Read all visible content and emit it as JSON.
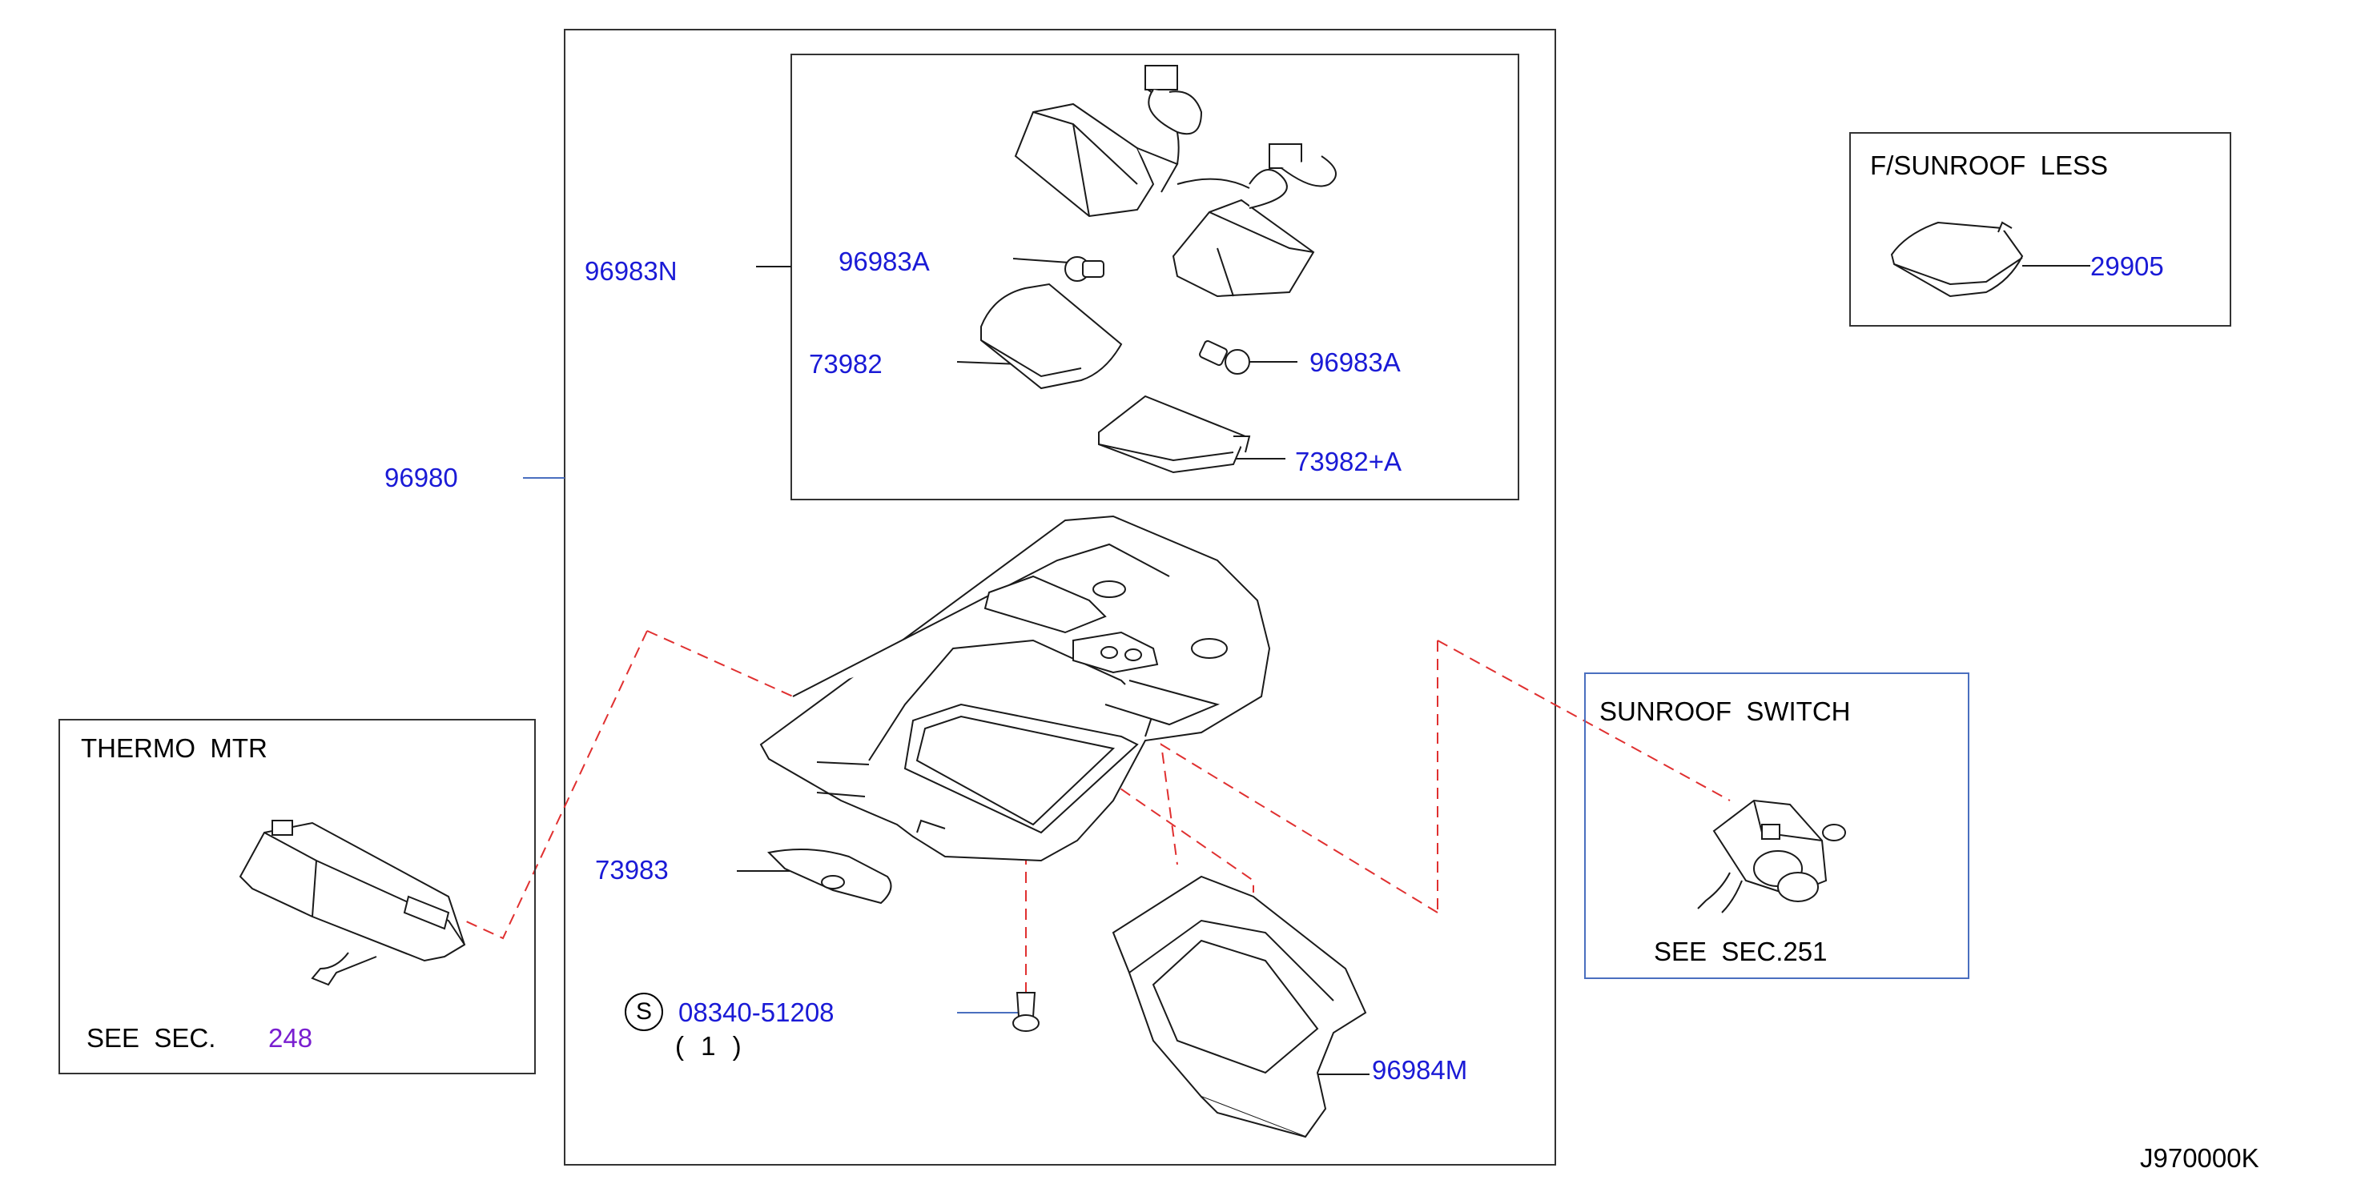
{
  "callouts": {
    "c96980": "96980",
    "c96983N": "96983N",
    "c96983A_1": "96983A",
    "c96983A_2": "96983A",
    "c73982": "73982",
    "c73982A": "73982+A",
    "c73983": "73983",
    "c08340": "08340-51208",
    "c08340_qty": "( 1 )",
    "c08340_symbol": "S",
    "c96984M": "96984M",
    "c29905": "29905"
  },
  "insets": {
    "thermo": {
      "title": "THERMO  MTR",
      "see": "SEE  SEC.",
      "sec": "248"
    },
    "sunroof_less": {
      "title": "F/SUNROOF  LESS"
    },
    "sunroof_switch": {
      "title": "SUNROOF  SWITCH",
      "see": "SEE  SEC.251"
    }
  },
  "diagram_id": "J970000K",
  "colors": {
    "line": "#1a1a1a",
    "part_number": "#1a1ad6",
    "section_link": "#7a1fd0",
    "dashed": "#e03030",
    "blue_frame": "#4a6fbf"
  }
}
